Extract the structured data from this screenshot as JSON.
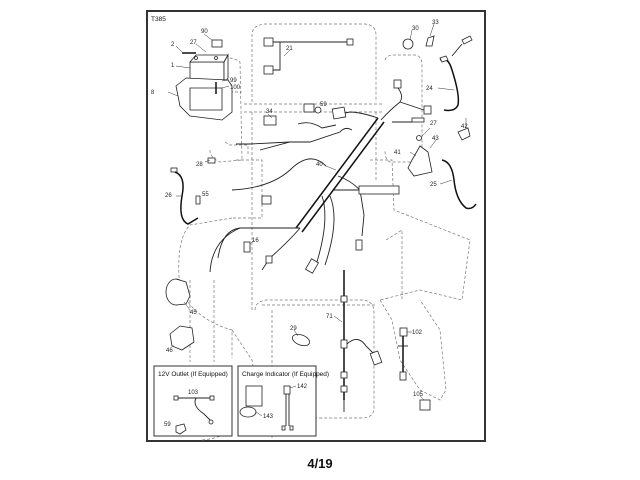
{
  "document": {
    "model_code": "T385",
    "page_number": "4/19"
  },
  "callouts": [
    {
      "id": "90"
    },
    {
      "id": "2"
    },
    {
      "id": "27"
    },
    {
      "id": "1"
    },
    {
      "id": "99"
    },
    {
      "id": "100"
    },
    {
      "id": "8"
    },
    {
      "id": "21"
    },
    {
      "id": "30"
    },
    {
      "id": "33"
    },
    {
      "id": "24"
    },
    {
      "id": "34"
    },
    {
      "id": "59"
    },
    {
      "id": "27"
    },
    {
      "id": "42"
    },
    {
      "id": "41"
    },
    {
      "id": "43"
    },
    {
      "id": "25"
    },
    {
      "id": "28"
    },
    {
      "id": "26"
    },
    {
      "id": "55"
    },
    {
      "id": "40"
    },
    {
      "id": "16"
    },
    {
      "id": "45"
    },
    {
      "id": "46"
    },
    {
      "id": "29"
    },
    {
      "id": "71"
    },
    {
      "id": "102"
    },
    {
      "id": "105"
    }
  ],
  "insets": {
    "outlet": {
      "title": "12V Outlet (If Equipped)",
      "callouts": [
        "103",
        "59"
      ]
    },
    "charge": {
      "title": "Charge Indicator (If Equipped)",
      "callouts": [
        "142",
        "143"
      ]
    }
  }
}
